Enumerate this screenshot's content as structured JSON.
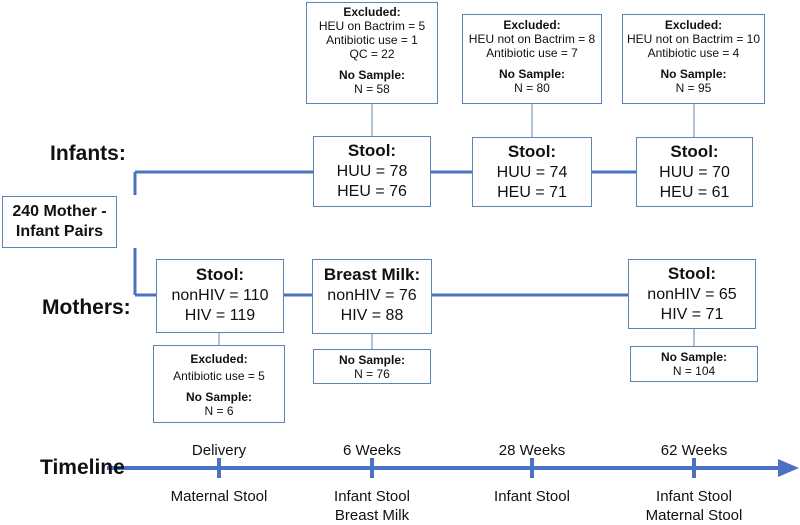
{
  "rows": {
    "infants": "Infants:",
    "mothers": "Mothers:",
    "timeline": "Timeline"
  },
  "root": {
    "line1": "240 Mother -",
    "line2": "Infant Pairs"
  },
  "infant_stool": [
    {
      "title": "Stool:",
      "huu": "HUU = 78",
      "heu": "HEU = 76"
    },
    {
      "title": "Stool:",
      "huu": "HUU = 74",
      "heu": "HEU = 71"
    },
    {
      "title": "Stool:",
      "huu": "HUU = 70",
      "heu": "HEU = 61"
    }
  ],
  "infant_excluded": [
    {
      "excluded_title": "Excluded:",
      "lines": [
        "HEU on Bactrim = 5",
        "Antibiotic use = 1",
        "QC = 22"
      ],
      "no_sample_title": "No Sample:",
      "no_sample_value": "N = 58"
    },
    {
      "excluded_title": "Excluded:",
      "lines": [
        "HEU not on Bactrim = 8",
        "Antibiotic use = 7"
      ],
      "no_sample_title": "No Sample:",
      "no_sample_value": "N =  80"
    },
    {
      "excluded_title": "Excluded:",
      "lines": [
        "HEU not on Bactrim = 10",
        "Antibiotic use = 4"
      ],
      "no_sample_title": "No Sample:",
      "no_sample_value": "N = 95"
    }
  ],
  "mother_boxes": [
    {
      "title": "Stool:",
      "line1": "nonHIV = 110",
      "line2": "HIV = 119"
    },
    {
      "title": "Breast Milk:",
      "line1": "nonHIV  = 76",
      "line2": "HIV = 88"
    },
    {
      "title": "Stool:",
      "line1": "nonHIV  = 65",
      "line2": "HIV = 71"
    }
  ],
  "mother_excluded": {
    "excluded_title": "Excluded:",
    "line": "Antibiotic use = 5",
    "no_sample_title": "No Sample:",
    "no_sample_value": "N = 6"
  },
  "mother_no_sample": [
    {
      "title": "No Sample:",
      "value": "N = 76"
    },
    {
      "title": "No Sample:",
      "value": "N = 104"
    }
  ],
  "timeline": {
    "points": [
      {
        "label": "Delivery",
        "below": [
          "Maternal Stool"
        ]
      },
      {
        "label": "6 Weeks",
        "below": [
          "Infant Stool",
          "Breast Milk"
        ]
      },
      {
        "label": "28 Weeks",
        "below": [
          "Infant Stool"
        ]
      },
      {
        "label": "62 Weeks",
        "below": [
          "Infant Stool",
          "Maternal Stool"
        ]
      }
    ]
  },
  "colors": {
    "line": "#4a72c2",
    "box_border": "#5b84b8"
  }
}
